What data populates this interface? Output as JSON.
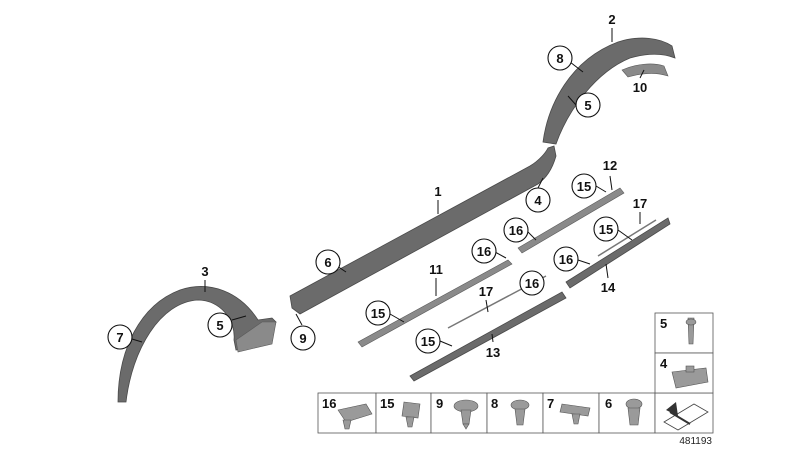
{
  "callouts": [
    {
      "text": "1",
      "circled": false
    },
    {
      "text": "2",
      "circled": false
    },
    {
      "text": "3",
      "circled": false
    },
    {
      "text": "4",
      "circled": true
    },
    {
      "text": "5",
      "circled": true
    },
    {
      "text": "5",
      "circled": true
    },
    {
      "text": "6",
      "circled": true
    },
    {
      "text": "7",
      "circled": true
    },
    {
      "text": "8",
      "circled": true
    },
    {
      "text": "9",
      "circled": true
    },
    {
      "text": "10",
      "circled": false
    },
    {
      "text": "11",
      "circled": false
    },
    {
      "text": "12",
      "circled": false
    },
    {
      "text": "13",
      "circled": false
    },
    {
      "text": "14",
      "circled": false
    },
    {
      "text": "15",
      "circled": true
    },
    {
      "text": "15",
      "circled": true
    },
    {
      "text": "15",
      "circled": true
    },
    {
      "text": "15",
      "circled": true
    },
    {
      "text": "16",
      "circled": true
    },
    {
      "text": "16",
      "circled": true
    },
    {
      "text": "16",
      "circled": true
    },
    {
      "text": "16",
      "circled": true
    },
    {
      "text": "17",
      "circled": false
    },
    {
      "text": "17",
      "circled": false
    }
  ],
  "legend": {
    "cells": [
      "16",
      "15",
      "9",
      "8",
      "7",
      "6"
    ],
    "side_cells": [
      "5",
      "4"
    ]
  },
  "document_number": "481193",
  "colors": {
    "part": "#6b6b6b",
    "ink": "#111111"
  }
}
